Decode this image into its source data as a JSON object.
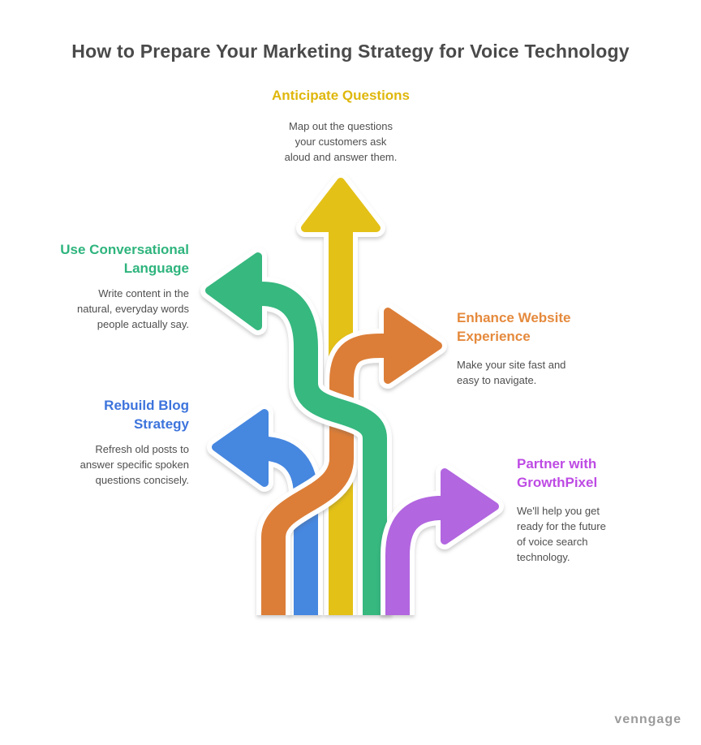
{
  "title": "How to Prepare Your Marketing Strategy for Voice Technology",
  "sections": {
    "anticipate": {
      "heading": "Anticipate Questions",
      "heading_color": "#DFB70C",
      "body": "Map out the questions\nyour customers ask\naloud and answer them."
    },
    "conversational": {
      "heading": "Use Conversational\nLanguage",
      "heading_color": "#2EB47D",
      "body": "Write content in the\nnatural, everyday words\npeople actually say."
    },
    "website": {
      "heading": "Enhance Website\nExperience",
      "heading_color": "#E58A3D",
      "body": "Make your site fast and\neasy to navigate."
    },
    "blog": {
      "heading": "Rebuild Blog\nStrategy",
      "heading_color": "#3D74DC",
      "body": "Refresh old posts to\nanswer specific spoken\nquestions concisely."
    },
    "partner": {
      "heading": "Partner with\nGrowthPixel",
      "heading_color": "#BE4BE4",
      "body": "We'll help you get\nready for the future\nof voice search\ntechnology."
    }
  },
  "arrows": {
    "yellow": "#E4C117",
    "green": "#36B87F",
    "orange": "#DC7E38",
    "blue": "#4687E0",
    "purple": "#B266DF",
    "outline": "#FFFFFF"
  },
  "text_colors": {
    "title": "#4A4A4A",
    "body": "#4F4F4F",
    "watermark": "#9B9B9B"
  },
  "watermark": "venngage"
}
